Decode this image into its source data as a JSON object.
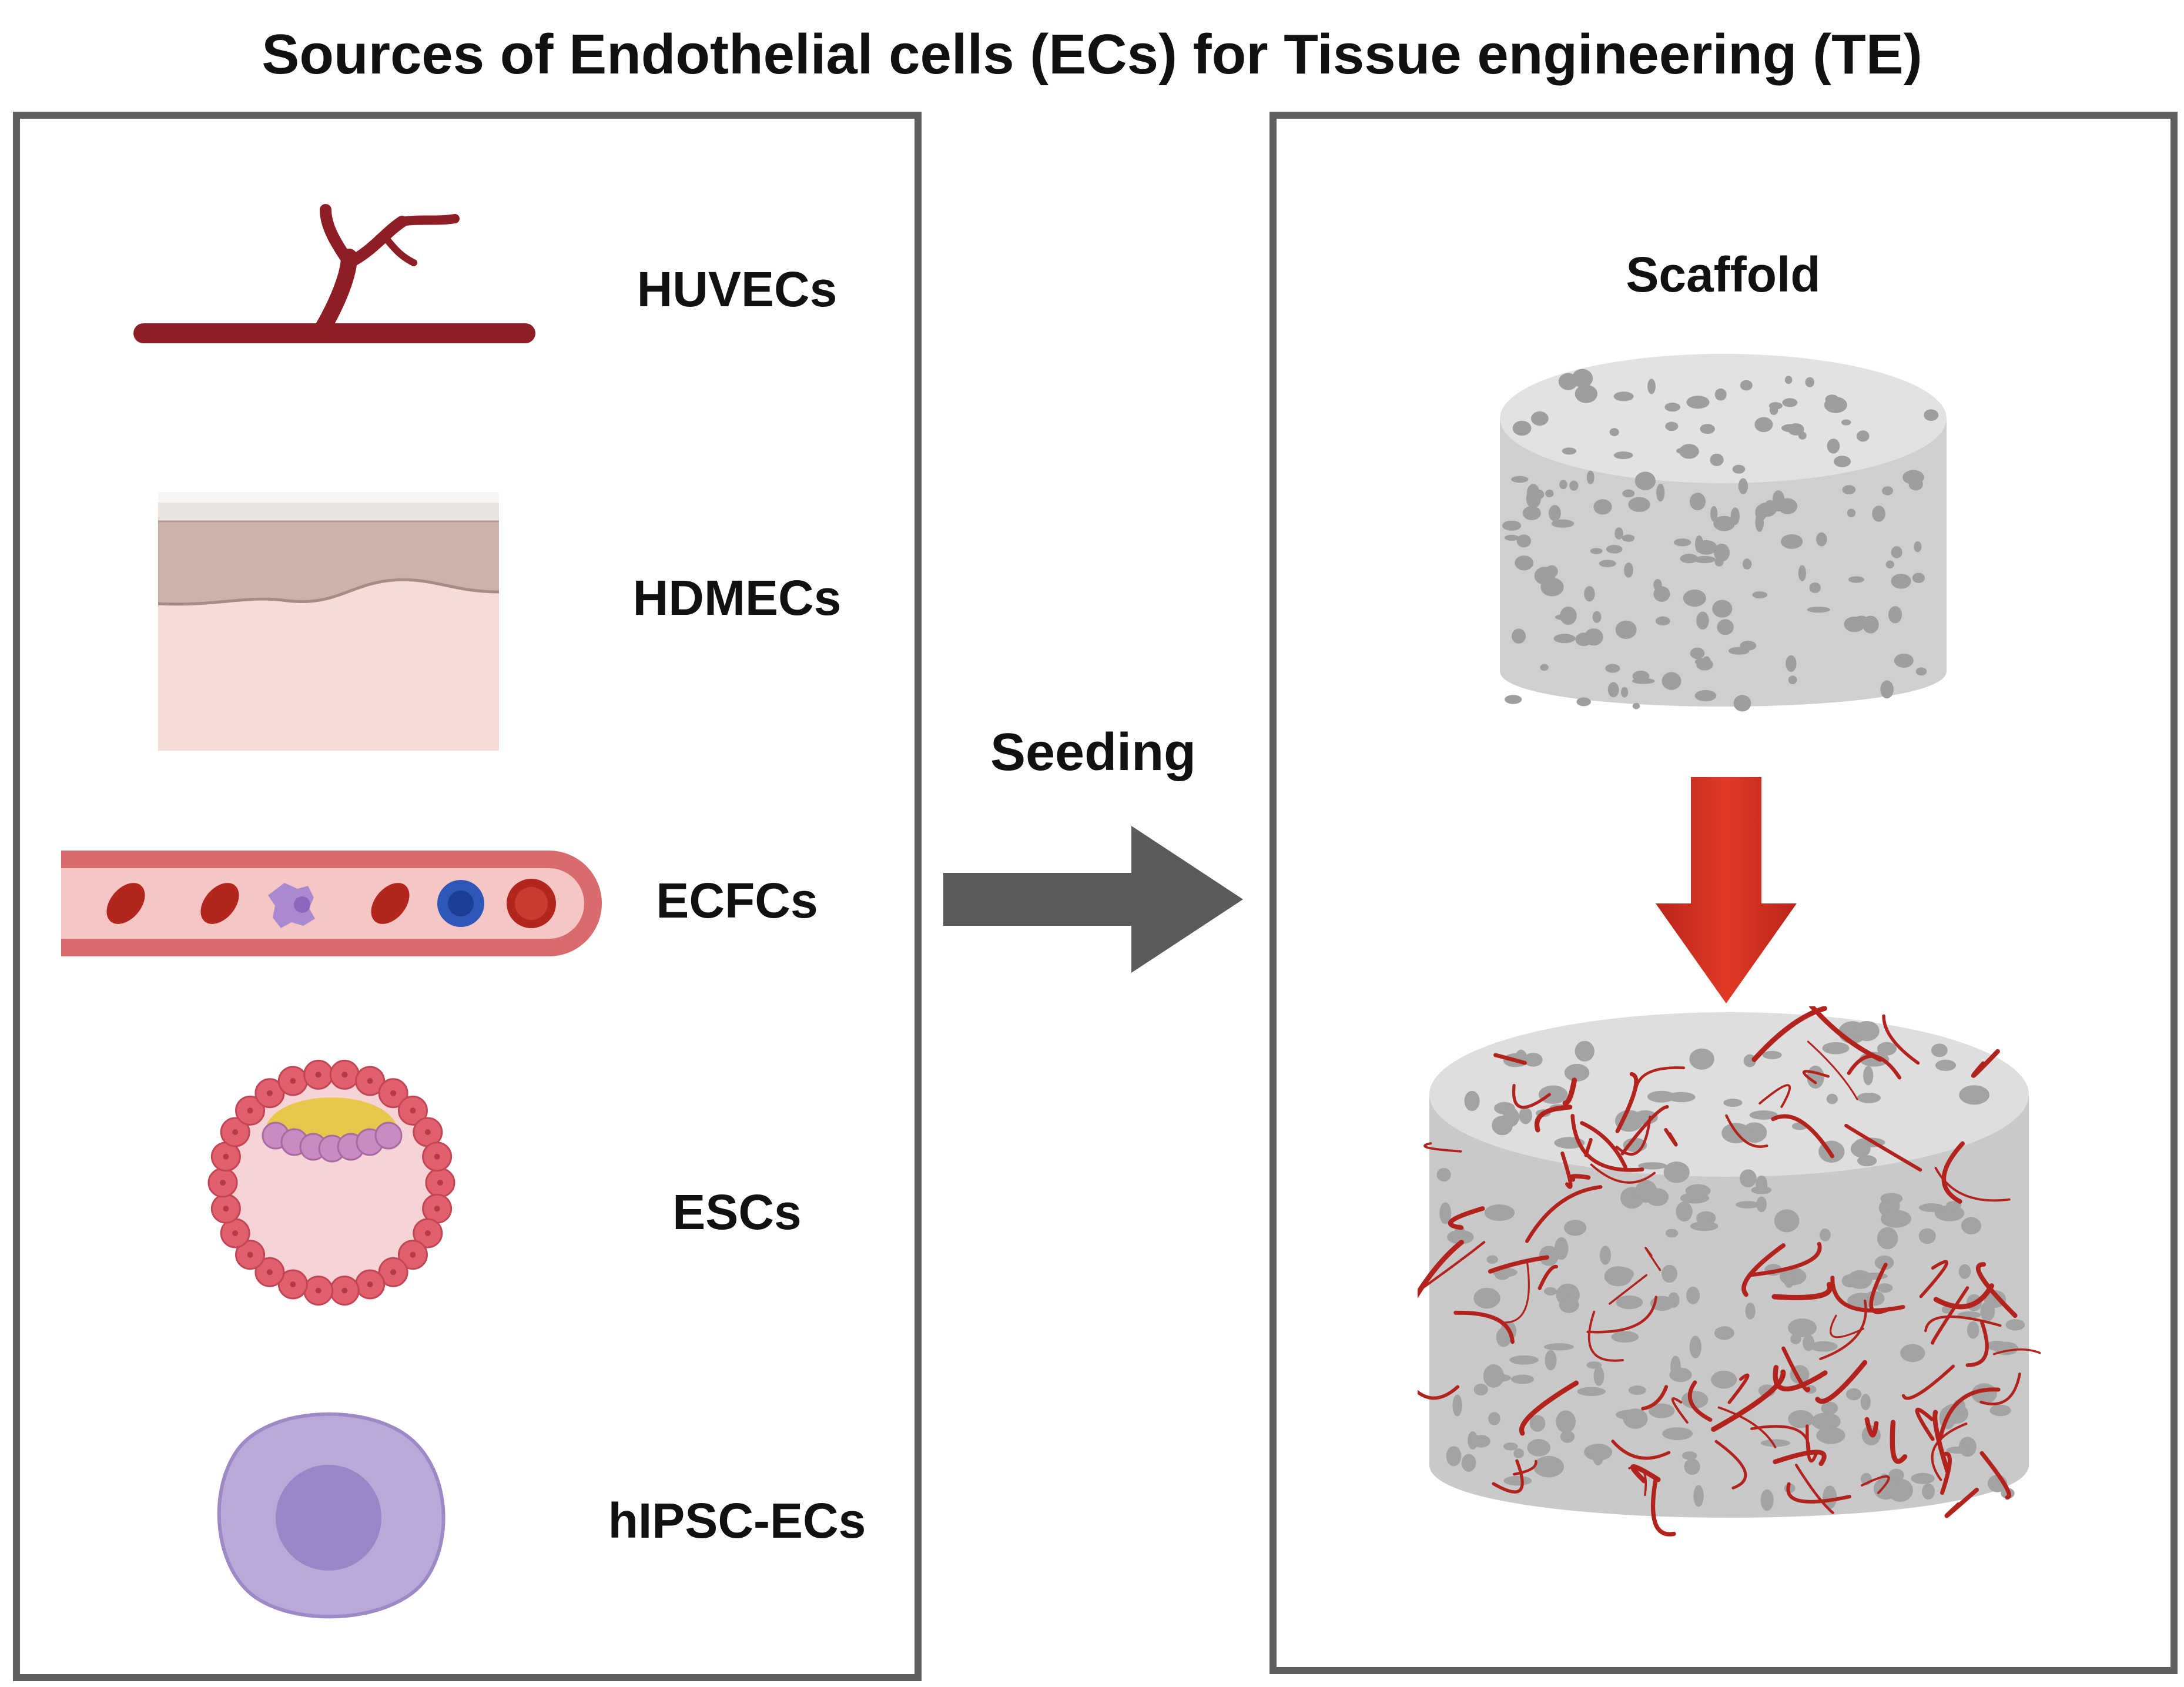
{
  "title": "Sources of Endothelial cells (ECs) for Tissue engineering (TE)",
  "sources": [
    {
      "label": "HUVECs",
      "icon": "blood-vessel-branch-icon"
    },
    {
      "label": "HDMECs",
      "icon": "skin-layers-icon"
    },
    {
      "label": "ECFCs",
      "icon": "blood-vessel-cells-icon"
    },
    {
      "label": "ESCs",
      "icon": "blastocyst-icon"
    },
    {
      "label": "hIPSC-ECs",
      "icon": "stem-cell-icon"
    }
  ],
  "process": {
    "label": "Seeding",
    "icon": "right-arrow-icon"
  },
  "scaffold": {
    "label": "Scaffold",
    "icon": "porous-scaffold-icon",
    "vascularized_icon": "vascularized-scaffold-icon",
    "down_arrow_icon": "down-arrow-icon"
  },
  "colors": {
    "border": "#5f5f5f",
    "vessel": "#8f1d25",
    "arrow_gray": "#5a5a5a",
    "arrow_red": "#d7321e",
    "scaffold": "#c9c9c9"
  }
}
